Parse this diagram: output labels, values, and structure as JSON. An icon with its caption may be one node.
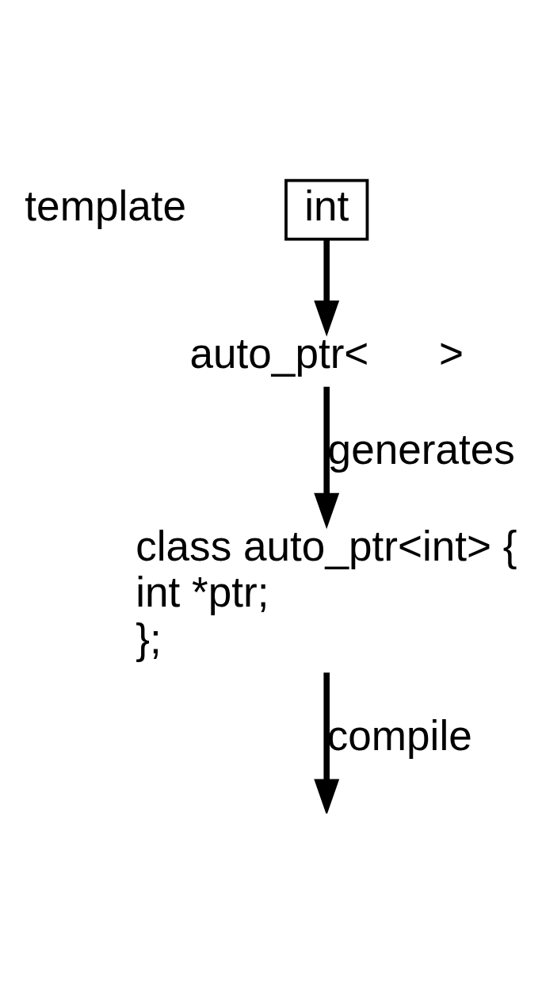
{
  "diagram": {
    "nodes": [
      {
        "text": [
          "int"
        ]
      },
      {
        "text": [
          "auto_ptr<      >"
        ]
      },
      {
        "text": [
          "class auto_ptr<int> {",
          "int *ptr;",
          "};"
        ]
      }
    ],
    "edges": [
      {
        "from": 0,
        "to": 1,
        "arrow": "to"
      },
      {
        "from": 1,
        "to": 2,
        "label": "generates",
        "arrow": "to"
      },
      {
        "from": 2,
        "to": null,
        "label": "compile",
        "arrow": "to"
      }
    ],
    "labels": [
      "template"
    ]
  }
}
